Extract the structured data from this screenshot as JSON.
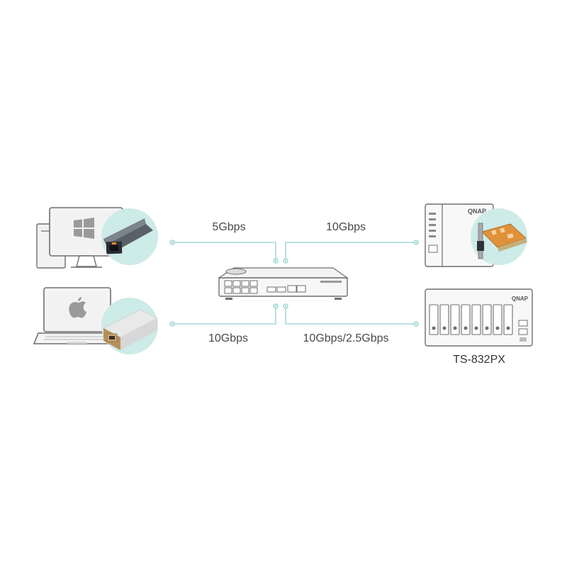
{
  "links": {
    "top_left_speed": "5Gbps",
    "top_right_speed": "10Gbps",
    "bottom_left_speed": "10Gbps",
    "bottom_right_speed": "10Gbps/2.5Gbps"
  },
  "devices": {
    "nas_top_brand": "QNAP",
    "nas_bottom_brand": "QNAP",
    "nas_bottom_model": "TS-832PX"
  },
  "colors": {
    "line": "#8fd3cf",
    "circle": "#cdebe7",
    "device_outline": "#6f6f6f",
    "device_fill": "#f2f2f2",
    "card_orange": "#e0913a",
    "adapter_dark": "#3b3f45",
    "adapter_gold": "#b8915a"
  },
  "icons": {
    "windows": "windows-logo-icon",
    "apple": "apple-logo-icon"
  }
}
